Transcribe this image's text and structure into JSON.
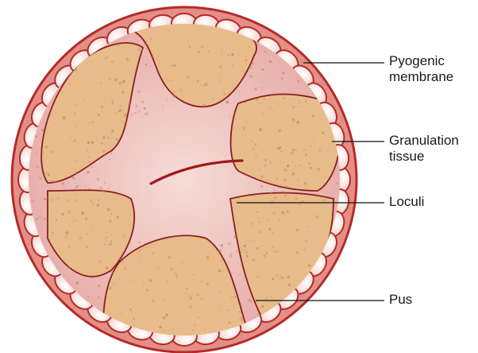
{
  "diagram": {
    "colors": {
      "outer_rim": "#b52a2a",
      "rim_fill": "#e38f86",
      "tooth_fill": "#f7dcd5",
      "tooth_highlight": "#ffffff",
      "pus_fill": "#e8bc8a",
      "pus_dots": "#b98050",
      "center_fill": "#e6aaa6",
      "center_glow": "#f6dcd8",
      "boundary": "#8a1f1f",
      "leader_line": "#111111"
    },
    "labels": {
      "pyogenic": [
        "Pyogenic",
        "membrane"
      ],
      "granulation": [
        "Granulation",
        "tissue"
      ],
      "loculi": [
        "Loculi"
      ],
      "pus": [
        "Pus"
      ]
    }
  }
}
